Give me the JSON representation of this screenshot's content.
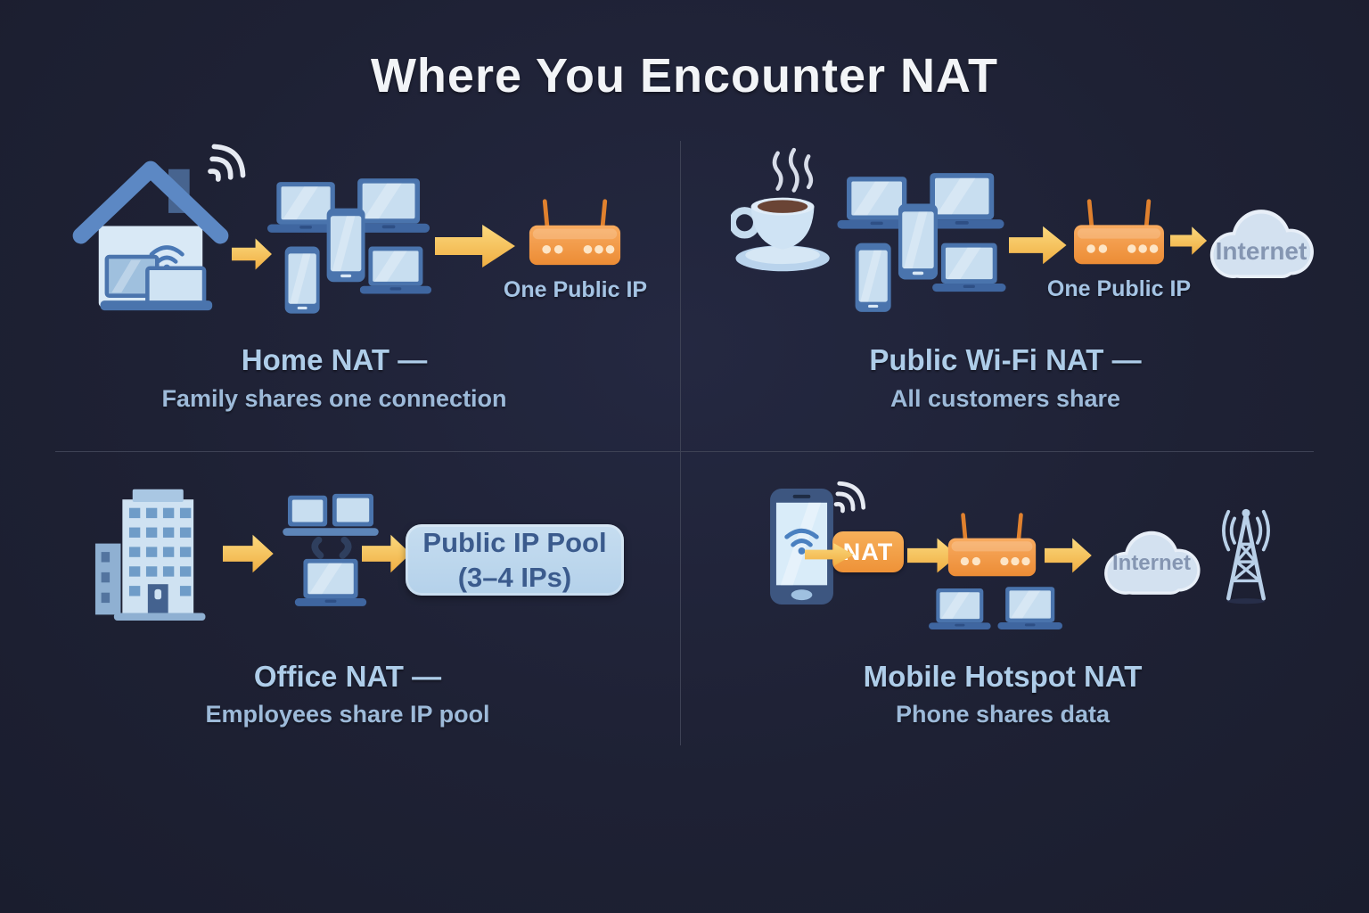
{
  "title": "Where You Encounter NAT",
  "colors": {
    "background": "#1e2134",
    "divider": "#3e4255",
    "title_text": "#f2f4f7",
    "heading_text": "#aecde9",
    "subtext": "#9dbad9",
    "caption_text": "#a5c4e4",
    "arrow_yellow": "#f5c052",
    "router_orange": "#f09440",
    "nat_badge_orange": "#f2a24a",
    "device_frame_blue": "#4a74ad",
    "screen_light_blue": "#c8def0",
    "cloud_fill": "#d3e1f0",
    "cloud_text": "#8596b2",
    "pool_box_fill": "#bdd7ec",
    "pool_box_text": "#3b5b8d"
  },
  "quadrants": [
    {
      "id": "home-nat",
      "heading": "Home NAT —",
      "subtext": "Family shares one connection",
      "router_caption": "One Public IP"
    },
    {
      "id": "public-wifi-nat",
      "heading": "Public Wi-Fi NAT —",
      "subtext": "All customers share",
      "router_caption": "One Public IP",
      "cloud_label": "Internet"
    },
    {
      "id": "office-nat",
      "heading": "Office NAT —",
      "subtext": "Employees share IP pool",
      "pool_box": {
        "line1": "Public IP Pool",
        "line2": "(3–4 IPs)"
      }
    },
    {
      "id": "mobile-hotspot-nat",
      "heading": "Mobile Hotspot NAT",
      "subtext": "Phone shares data",
      "nat_badge": "NAT",
      "cloud_label": "Internet"
    }
  ],
  "icons": {
    "house-wifi-icon": "house with wifi waves",
    "wifi-signal-icon": "three radio arcs",
    "devices-cluster-icon": "laptops tablets and phones",
    "arrow-right-icon": "yellow right arrow",
    "router-icon": "orange router with two antennas",
    "coffee-cup-icon": "steaming coffee cup on saucer",
    "internet-cloud-icon": "cloud labeled Internet",
    "office-building-icon": "office tower with windows",
    "office-devices-icon": "two monitors and a laptop",
    "smartphone-icon": "phone with wifi on screen",
    "laptops-icon": "pair of laptops",
    "cell-tower-icon": "lattice radio tower with signal arcs"
  }
}
